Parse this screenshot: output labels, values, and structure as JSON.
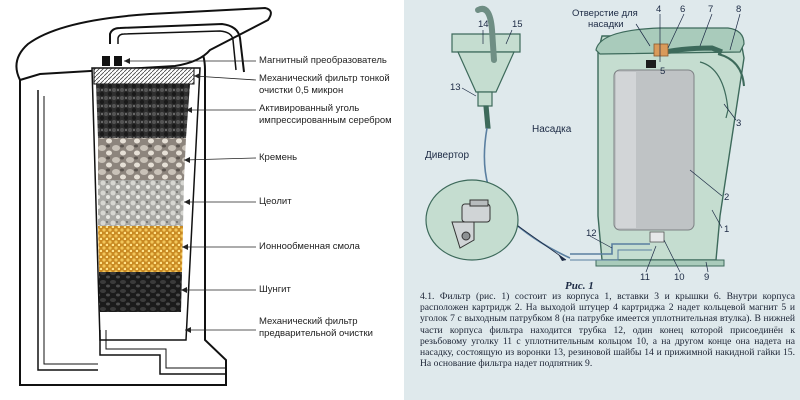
{
  "left_diagram": {
    "labels": [
      "Магнитный преобразователь",
      "Механический фильтр тонкой",
      "очистки 0,5 микрон",
      "Активированный уголь",
      "импрессированным серебром",
      "Кремень",
      "Цеолит",
      "Ионнообменная смола",
      "Шунгит",
      "Механический фильтр",
      "предварительной очистки"
    ],
    "layers": [
      {
        "name": "carbon",
        "color": "#2c2c2c"
      },
      {
        "name": "flint",
        "color": "#9a9088"
      },
      {
        "name": "zeolite",
        "color": "#bdbdb8"
      },
      {
        "name": "resin",
        "color": "#d8a23a"
      },
      {
        "name": "shungite",
        "color": "#1e1e1e"
      }
    ]
  },
  "right_diagram": {
    "label_nasadka_hole": [
      "Отверстие для",
      "насадки"
    ],
    "label_nasadka": "Насадка",
    "label_divertor": "Дивертор",
    "part_numbers": [
      "1",
      "2",
      "3",
      "4",
      "5",
      "6",
      "7",
      "8",
      "9",
      "10",
      "11",
      "12",
      "13",
      "14",
      "15"
    ],
    "figure_caption": "Рис. 1",
    "description": "4.1. Фильтр (рис. 1) состоит из корпуса 1, вставки 3 и крышки 6. Внутри корпуса расположен картридж 2. На выходой штуцер 4 картриджа 2 надет кольцевой магнит 5 и уголок 7 с выходным патрубком 8 (на патрубке имеется уплотнительная втулка). В нижней части корпуса фильтра находится трубка 12, один конец которой присоединён к резьбовому уголку 11 с уплотнительным кольцом 10, а на другом конце она надета на насадку, состоящую из воронки 13, резиновой шайбы 14 и прижимной накидной гайки 15. На основание фильтра надет подпятник 9.",
    "colors": {
      "background": "#dfe9ec",
      "body_fill": "#c5ddd0",
      "body_stroke": "#3d6a5b",
      "cartridge": "#bfc3c5",
      "ink": "#1c2a44"
    }
  }
}
